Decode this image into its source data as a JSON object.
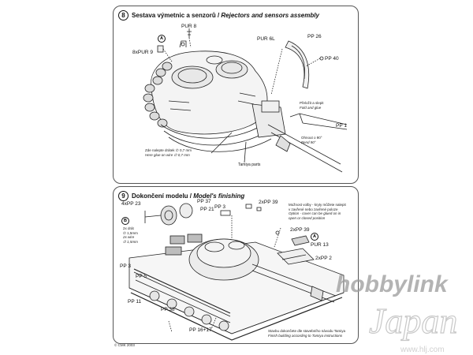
{
  "panel8": {
    "number": "8",
    "title_cz": "Sestava výmetnic a senzorů / ",
    "title_en": "Rejectors and sensors assembly",
    "labels": {
      "pur8": "PUR 8",
      "pur9": "8xPUR 9",
      "pur6l": "PUR 6L",
      "pp26": "PP 26",
      "pp40": "PP 40",
      "pp1": "PP 1",
      "tamiya": "Tamiya parts",
      "a": "A"
    },
    "notes": {
      "fold_cz": "Přeložit a slepit",
      "fold_en": "Fold and glue",
      "bend_cz": "Ohnout o 90°",
      "bend_en": "Bend 90°",
      "wire_cz": "Zde nalepte drátek ∅ 0,7 mm",
      "wire_en": "Here glue on wire ∅ 0,7 mm"
    }
  },
  "panel9": {
    "number": "9",
    "title_cz": "Dokončení modelu / ",
    "title_en": "Model's finishing",
    "labels": {
      "pp23": "4xPP 23",
      "pp37": "PP 37",
      "pp21": "PP 21",
      "pp3a": "PP 3",
      "pp39a": "2xPP 39",
      "pp39b": "2xPP 39",
      "pur13": "PUR 13",
      "pp2": "2xPP 2",
      "pp3b": "PP 3",
      "pp5": "PP 5",
      "pp11": "PP 11",
      "pp38": "PP 38",
      "pp1617": "PP 16+17",
      "b": "B",
      "a": "A"
    },
    "notes": {
      "wire1": "2x drát",
      "wire1b": "∅ 1,5mm",
      "wire2": "2x wire",
      "wire2b": "∅ 1,5mm",
      "opt_cz1": "Možnost volby - kryty můžete nalepit",
      "opt_cz2": "v zavřené nebo zavřené poloze",
      "opt_en1": "Option - cover can be glued on in",
      "opt_en2": "open or closed position",
      "fin_cz": "Stavbu dokončete dle stavebního návodu Tamiya",
      "fin_en": "Finish building according to Tamiya instructions"
    }
  },
  "copyright": "© CMK 2003",
  "watermark": {
    "line1": "hobbylink",
    "line2": "Japan",
    "url": "www.hlj.com"
  }
}
